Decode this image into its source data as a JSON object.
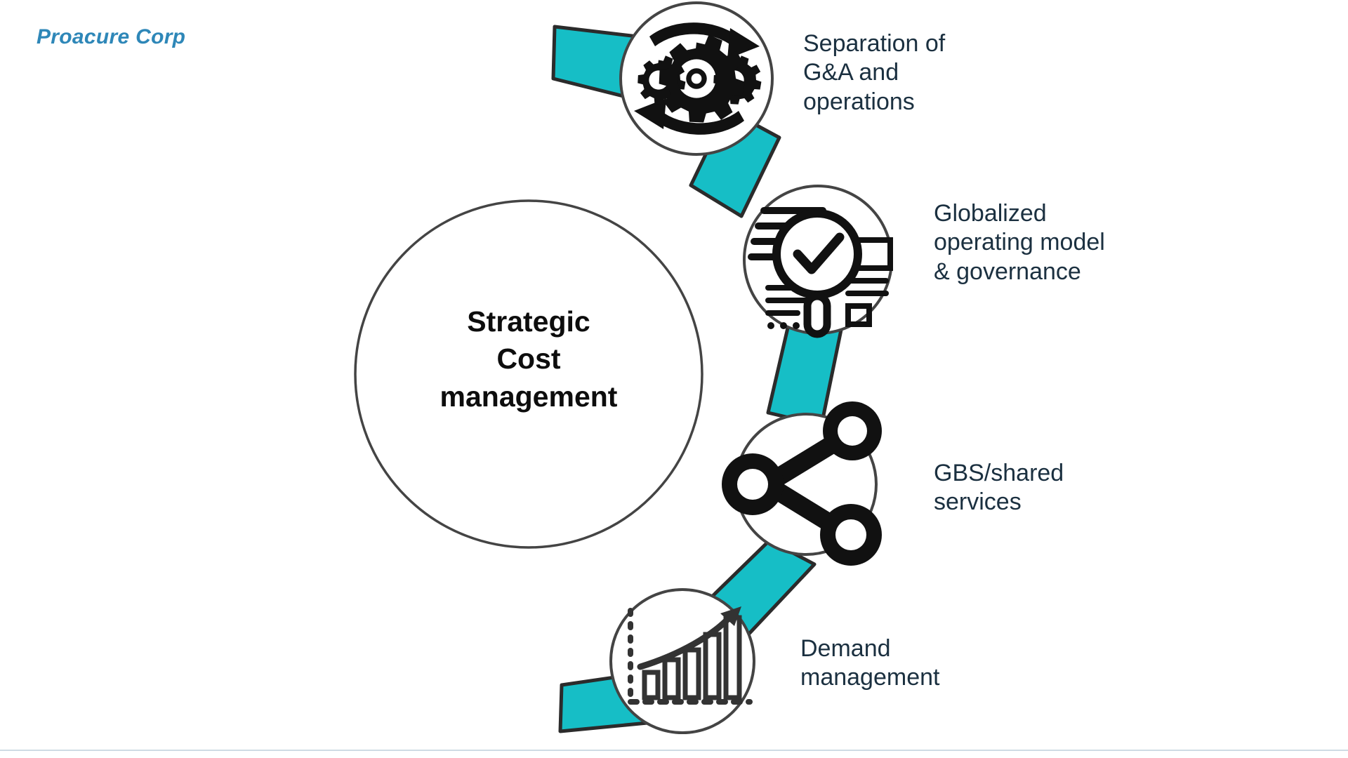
{
  "brand": {
    "name": "Proacure Corp",
    "color": "#2E87B8"
  },
  "theme": {
    "ribbon_color": "#16BEC6",
    "ribbon_outline": "#2b2b2b",
    "circle_outline": "#444444",
    "icon_color": "#111111",
    "label_color": "#1b3040",
    "center_text_color": "#0d0d0d",
    "background": "#ffffff",
    "bottom_rule_color": "#cfdbe4"
  },
  "center": {
    "line1": "Strategic",
    "line2": "Cost",
    "line3": "management"
  },
  "nodes": [
    {
      "id": "separation-of-ga-and-operations",
      "label": "Separation of\nG&A and\noperations",
      "icon": "gears-cycle-icon"
    },
    {
      "id": "globalized-operating-model-and-governance",
      "label": "Globalized\noperating model\n& governance",
      "icon": "magnifier-check-report-icon"
    },
    {
      "id": "gbs-shared-services",
      "label": "GBS/shared\nservices",
      "icon": "share-network-icon"
    },
    {
      "id": "demand-management",
      "label": "Demand\nmanagement",
      "icon": "growth-bar-chart-icon"
    }
  ]
}
